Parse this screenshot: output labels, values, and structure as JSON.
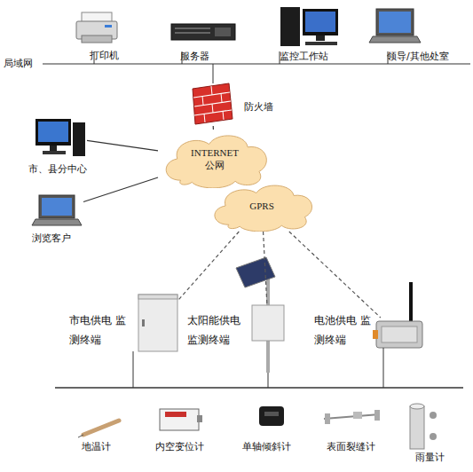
{
  "diagram": {
    "nodes": [
      {
        "text": [
          "打印机"
        ]
      },
      {
        "text": [
          "服务器"
        ]
      },
      {
        "text": [
          "监控工作站"
        ]
      },
      {
        "text": [
          "领导/其他处室"
        ]
      },
      {
        "text": [
          "防火墙"
        ]
      },
      {
        "text": [
          "INTERNET 公网"
        ]
      },
      {
        "text": [
          "市、县分中心"
        ]
      },
      {
        "text": [
          "GPRS"
        ]
      },
      {
        "text": [
          "浏览客户"
        ]
      },
      {
        "text": [
          "市电供电 监测终端"
        ]
      },
      {
        "text": [
          "太阳能供电 监测终端"
        ]
      },
      {
        "text": [
          "电池供电 监测终端"
        ]
      },
      {
        "text": [
          "地温计"
        ]
      },
      {
        "text": [
          "内空变位计"
        ]
      },
      {
        "text": [
          "单轴倾斜计"
        ]
      },
      {
        "text": [
          "表面裂缝计"
        ]
      },
      {
        "text": [
          "雨量计"
        ]
      }
    ],
    "edges": [
      {
        "from": 4,
        "to": 5,
        "arrow": "none"
      },
      {
        "from": 6,
        "to": 5,
        "arrow": "none"
      },
      {
        "from": 8,
        "to": 5,
        "arrow": "none"
      },
      {
        "from": 7,
        "to": 9,
        "arrow": "none"
      },
      {
        "from": 7,
        "to": 10,
        "arrow": "none"
      },
      {
        "from": 7,
        "to": 11,
        "arrow": "none"
      }
    ],
    "labels": [
      "局域网"
    ]
  }
}
